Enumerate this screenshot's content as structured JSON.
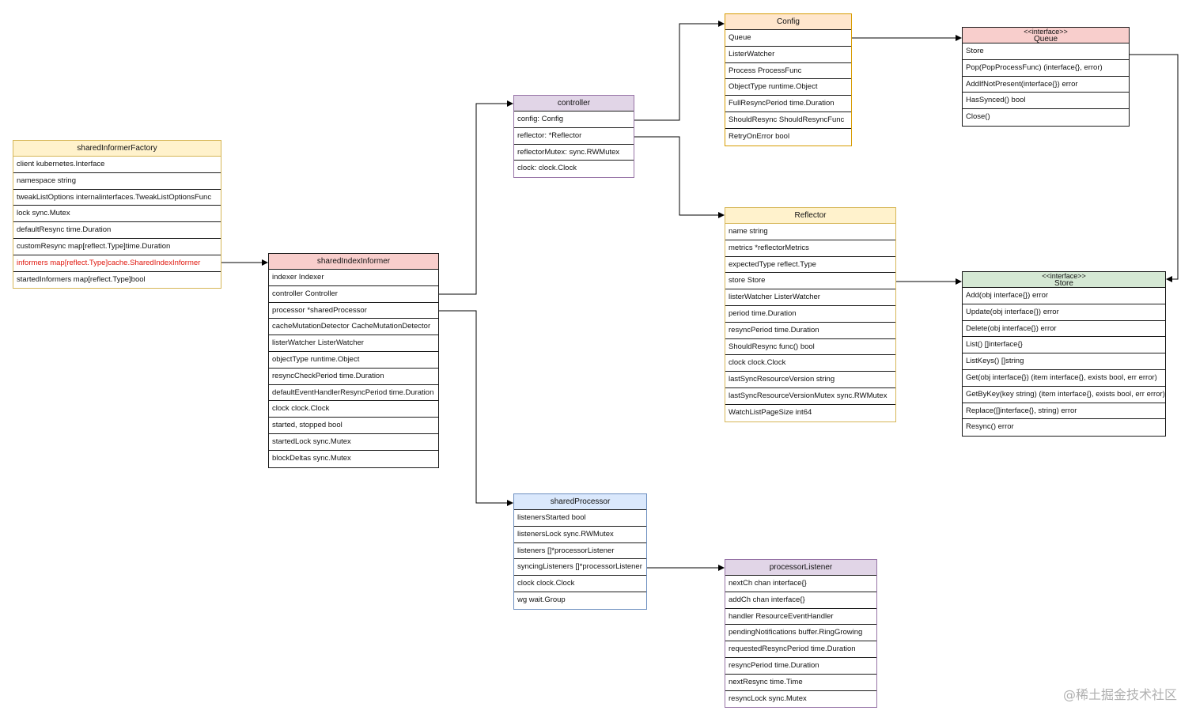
{
  "boxes": {
    "factory": {
      "title": "sharedInformerFactory",
      "fields": [
        "client kubernetes.Interface",
        "namespace string",
        "tweakListOptions internalinterfaces.TweakListOptionsFunc",
        "lock sync.Mutex",
        "defaultResync time.Duration",
        "customResync map[reflect.Type]time.Duration",
        "informers map[reflect.Type]cache.SharedIndexInformer",
        "startedInformers map[reflect.Type]bool"
      ]
    },
    "informer": {
      "title": "sharedIndexInformer",
      "fields": [
        "indexer Indexer",
        "controller Controller",
        "processor *sharedProcessor",
        "cacheMutationDetector CacheMutationDetector",
        "listerWatcher ListerWatcher",
        "objectType runtime.Object",
        "resyncCheckPeriod time.Duration",
        "defaultEventHandlerResyncPeriod time.Duration",
        "clock clock.Clock",
        "started, stopped bool",
        "startedLock sync.Mutex",
        "blockDeltas sync.Mutex"
      ]
    },
    "controller": {
      "title": "controller",
      "fields": [
        "config: Config",
        "reflector: *Reflector",
        "reflectorMutex: sync.RWMutex",
        "clock: clock.Clock"
      ]
    },
    "config": {
      "title": "Config",
      "fields": [
        "Queue",
        "ListerWatcher",
        "Process ProcessFunc",
        "ObjectType runtime.Object",
        "FullResyncPeriod time.Duration",
        "ShouldResync ShouldResyncFunc",
        "RetryOnError bool"
      ]
    },
    "queue": {
      "stereotype": "<<interface>>",
      "title": "Queue",
      "fields": [
        "Store",
        "Pop(PopProcessFunc) (interface{}, error)",
        "AddIfNotPresent(interface{}) error",
        "HasSynced() bool",
        "Close()"
      ]
    },
    "reflector": {
      "title": "Reflector",
      "fields": [
        "name string",
        "metrics *reflectorMetrics",
        "expectedType reflect.Type",
        "store Store",
        "listerWatcher ListerWatcher",
        "period time.Duration",
        "resyncPeriod time.Duration",
        "ShouldResync func() bool",
        "clock clock.Clock",
        "lastSyncResourceVersion string",
        "lastSyncResourceVersionMutex sync.RWMutex",
        "WatchListPageSize int64"
      ]
    },
    "store": {
      "stereotype": "<<interface>>",
      "title": "Store",
      "fields": [
        "Add(obj interface{}) error",
        "Update(obj interface{}) error",
        "Delete(obj interface{}) error",
        "List() []interface{}",
        "ListKeys() []string",
        "Get(obj interface{}) (item interface{}, exists bool, err error)",
        "GetByKey(key string) (item interface{}, exists bool, err error)",
        "Replace([]interface{}, string) error",
        "Resync() error"
      ]
    },
    "processor": {
      "title": "sharedProcessor",
      "fields": [
        "listenersStarted bool",
        "listenersLock sync.RWMutex",
        "listeners []*processorListener",
        "syncingListeners []*processorListener",
        "clock clock.Clock",
        "wg wait.Group"
      ]
    },
    "listener": {
      "title": "processorListener",
      "fields": [
        "nextCh chan interface{}",
        "addCh chan interface{}",
        "handler ResourceEventHandler",
        "pendingNotifications buffer.RingGrowing",
        "requestedResyncPeriod time.Duration",
        "resyncPeriod time.Duration",
        "nextResync time.Time",
        "resyncLock sync.Mutex"
      ]
    }
  },
  "highlight": {
    "box": "factory",
    "field_index": 6,
    "color": "#e0180f"
  },
  "colors": {
    "yellow": "#fff2cc",
    "red": "#f8cecc",
    "purple": "#e1d5e7",
    "blue": "#dae8fc",
    "green": "#d5e8d4",
    "orange": "#ffe6cc"
  },
  "watermark": "@稀土掘金技术社区"
}
